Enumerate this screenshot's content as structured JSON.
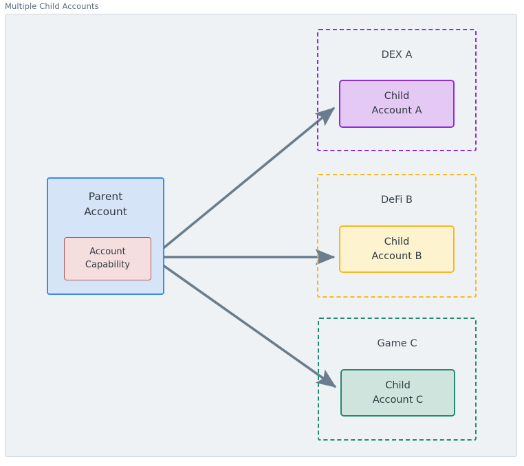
{
  "diagram": {
    "title": "Multiple Child Accounts",
    "background_color": "#eef2f5",
    "frame_border_color": "#cbd5de",
    "arrow_color": "#6a7d8c",
    "nodes": {
      "parent": {
        "line1": "Parent",
        "line2": "Account",
        "fill": "#d6e4f7",
        "stroke": "#3a8ce8"
      },
      "capability": {
        "line1": "Account",
        "line2": "Capability",
        "fill": "#f4dede",
        "stroke": "#b05a5a"
      },
      "child_a": {
        "line1": "Child",
        "line2": "Account A",
        "fill": "#e4c9f5",
        "stroke": "#8d2ce0"
      },
      "child_b": {
        "line1": "Child",
        "line2": "Account B",
        "fill": "#fdf3cf",
        "stroke": "#f5b924"
      },
      "child_c": {
        "line1": "Child",
        "line2": "Account C",
        "fill": "#cfe4dd",
        "stroke": "#218a72"
      }
    },
    "containers": {
      "dex": {
        "label": "DEX A",
        "stroke": "#8d2ce0"
      },
      "defi": {
        "label": "DeFi B",
        "stroke": "#f5b924"
      },
      "game": {
        "label": "Game C",
        "stroke": "#218a72"
      }
    },
    "edges": [
      {
        "from": "capability",
        "to": "child_a"
      },
      {
        "from": "capability",
        "to": "child_b"
      },
      {
        "from": "capability",
        "to": "child_c"
      }
    ]
  }
}
